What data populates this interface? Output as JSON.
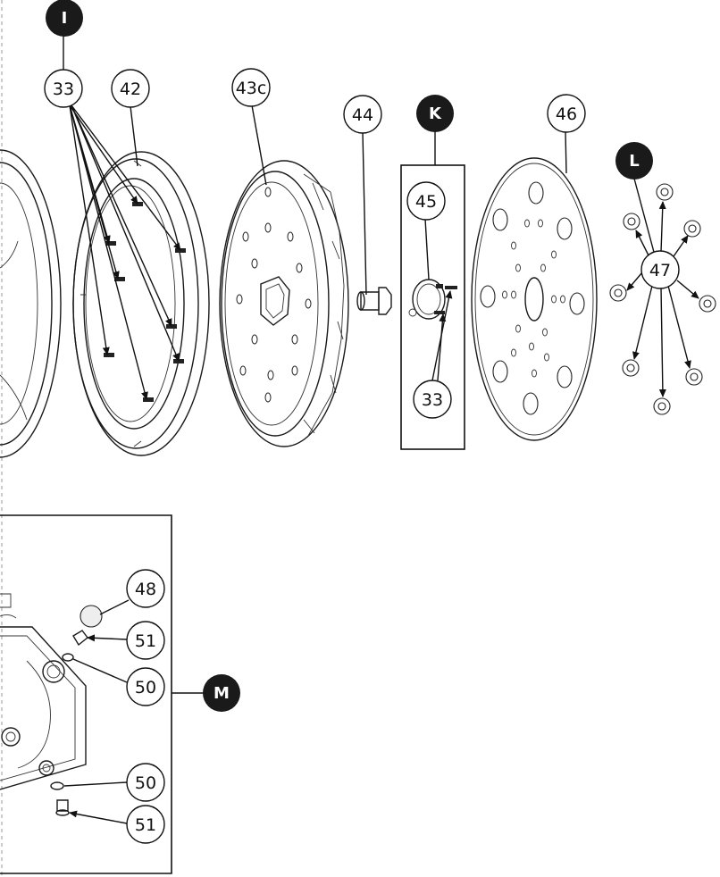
{
  "sections": {
    "I": "I",
    "K": "K",
    "L": "L",
    "M": "M"
  },
  "callouts": {
    "c33a": "33",
    "c42": "42",
    "c43c": "43c",
    "c44": "44",
    "c45": "45",
    "c33b": "33",
    "c46": "46",
    "c47": "47",
    "c48": "48",
    "c51a": "51",
    "c50a": "50",
    "c50b": "50",
    "c51b": "51"
  },
  "colors": {
    "ink": "#111111",
    "badge_fill": "#1a1a1a",
    "background": "#ffffff"
  }
}
